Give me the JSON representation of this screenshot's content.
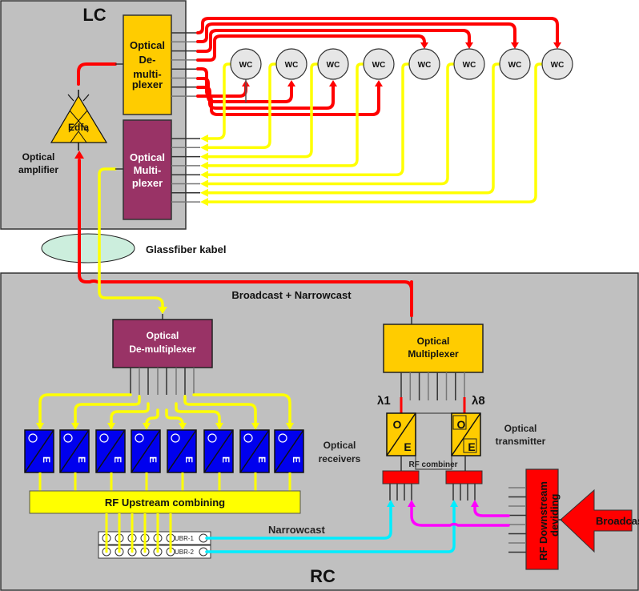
{
  "colors": {
    "region_fill": "#c0c0c0",
    "demux_lc": "#ffcc00",
    "mux_purple": "#993366",
    "wc_fill": "#e6e6e6",
    "receiver_blue": "#0000ee",
    "rf_upstream": "#ffff00",
    "rf_red": "#ff0000",
    "fiber_ellipse": "#cceedd",
    "downstream_wire": "#ff0000",
    "upstream_wire": "#ffff00",
    "narrowcast_wire": "#00eeff",
    "broadcast_wire": "#ff00ff"
  },
  "lc": {
    "title": "LC",
    "demux_label": [
      "Optical",
      "De-",
      "multi-",
      "plexer"
    ],
    "mux_label": [
      "Optical",
      "Multi-",
      "plexer"
    ],
    "edfa_label": "Edfa",
    "amplifier_label": [
      "Optical",
      "amplifier"
    ],
    "wc_nodes": [
      "WC",
      "WC",
      "WC",
      "WC",
      "WC",
      "WC",
      "WC",
      "WC"
    ]
  },
  "fiber": {
    "label": "Glassfiber kabel"
  },
  "rc": {
    "title": "RC",
    "broadcast_narrowcast_label": "Broadcast + Narrowcast",
    "demux_label": [
      "Optical",
      "De-multiplexer"
    ],
    "mux_label": [
      "Optical",
      "Multiplexer"
    ],
    "receivers": {
      "count": 8,
      "o_label": "O",
      "e_label": "E",
      "caption": [
        "Optical",
        "receivers"
      ]
    },
    "rf_upstream_label": "RF Upstream combining",
    "ubr": {
      "rows": [
        "UBR-1",
        "UBR-2"
      ],
      "ports_per_row": 6
    },
    "narrowcast_label": "Narrowcast",
    "lambda_first": "λ1",
    "lambda_last": "λ8",
    "transmitter": {
      "o_label": "O",
      "e_label": "E",
      "caption": [
        "Optical",
        "transmitter"
      ]
    },
    "rf_combiner_label": "RF combiner",
    "rf_downstream_label": [
      "RF Downstream",
      "deviding"
    ],
    "broadcast_label": "Broadcast"
  }
}
